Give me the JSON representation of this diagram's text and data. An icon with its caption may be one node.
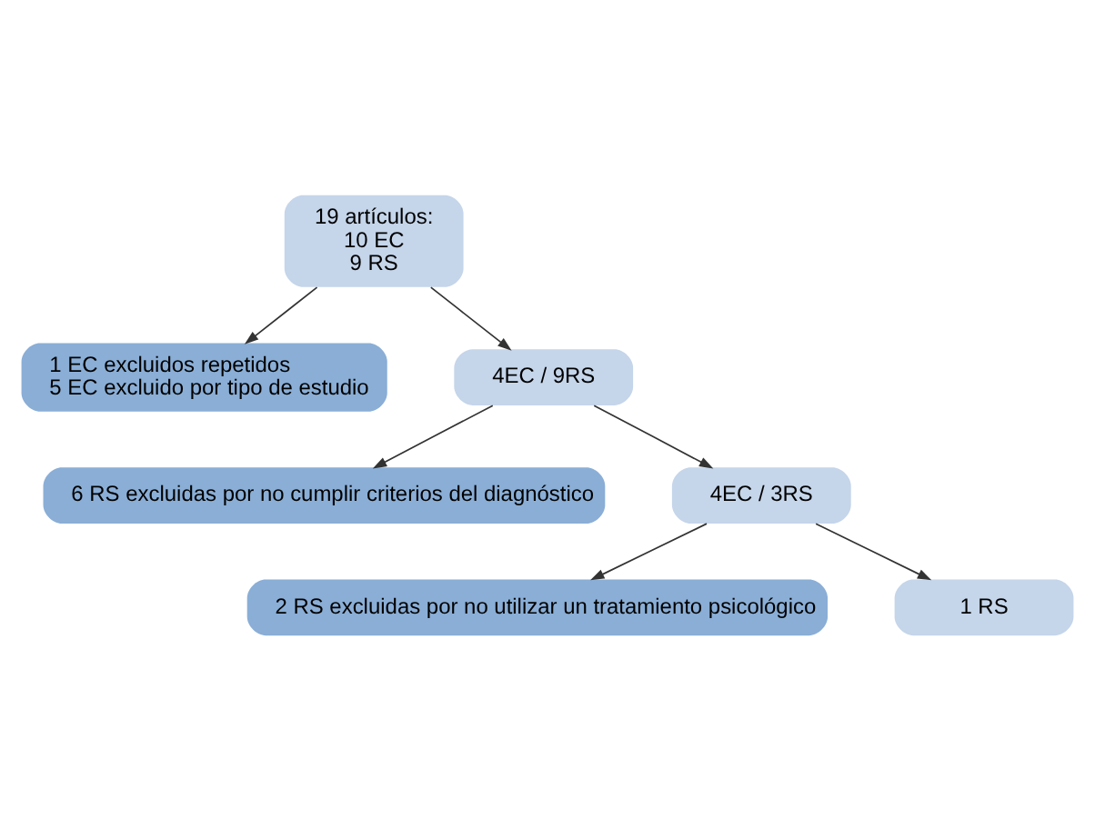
{
  "diagram": {
    "nodes": [
      {
        "text": [
          "19 artículos:",
          "10 EC",
          "9 RS"
        ]
      },
      {
        "text": [
          "1 EC excluidos repetidos",
          "5 EC excluido por tipo de estudio"
        ]
      },
      {
        "text": [
          "4EC / 9RS"
        ]
      },
      {
        "text": [
          "6 RS excluidas por no cumplir criterios del diagnóstico"
        ]
      },
      {
        "text": [
          "4EC / 3RS"
        ]
      },
      {
        "text": [
          "2 RS excluidas por no utilizar un tratamiento psicológico"
        ]
      },
      {
        "text": [
          "1 RS"
        ]
      }
    ],
    "edges": [
      {
        "from": 0,
        "to": 1,
        "arrow": "to"
      },
      {
        "from": 0,
        "to": 2,
        "arrow": "to"
      },
      {
        "from": 2,
        "to": 3,
        "arrow": "to"
      },
      {
        "from": 2,
        "to": 4,
        "arrow": "to"
      },
      {
        "from": 4,
        "to": 5,
        "arrow": "to"
      },
      {
        "from": 4,
        "to": 6,
        "arrow": "to"
      }
    ]
  }
}
